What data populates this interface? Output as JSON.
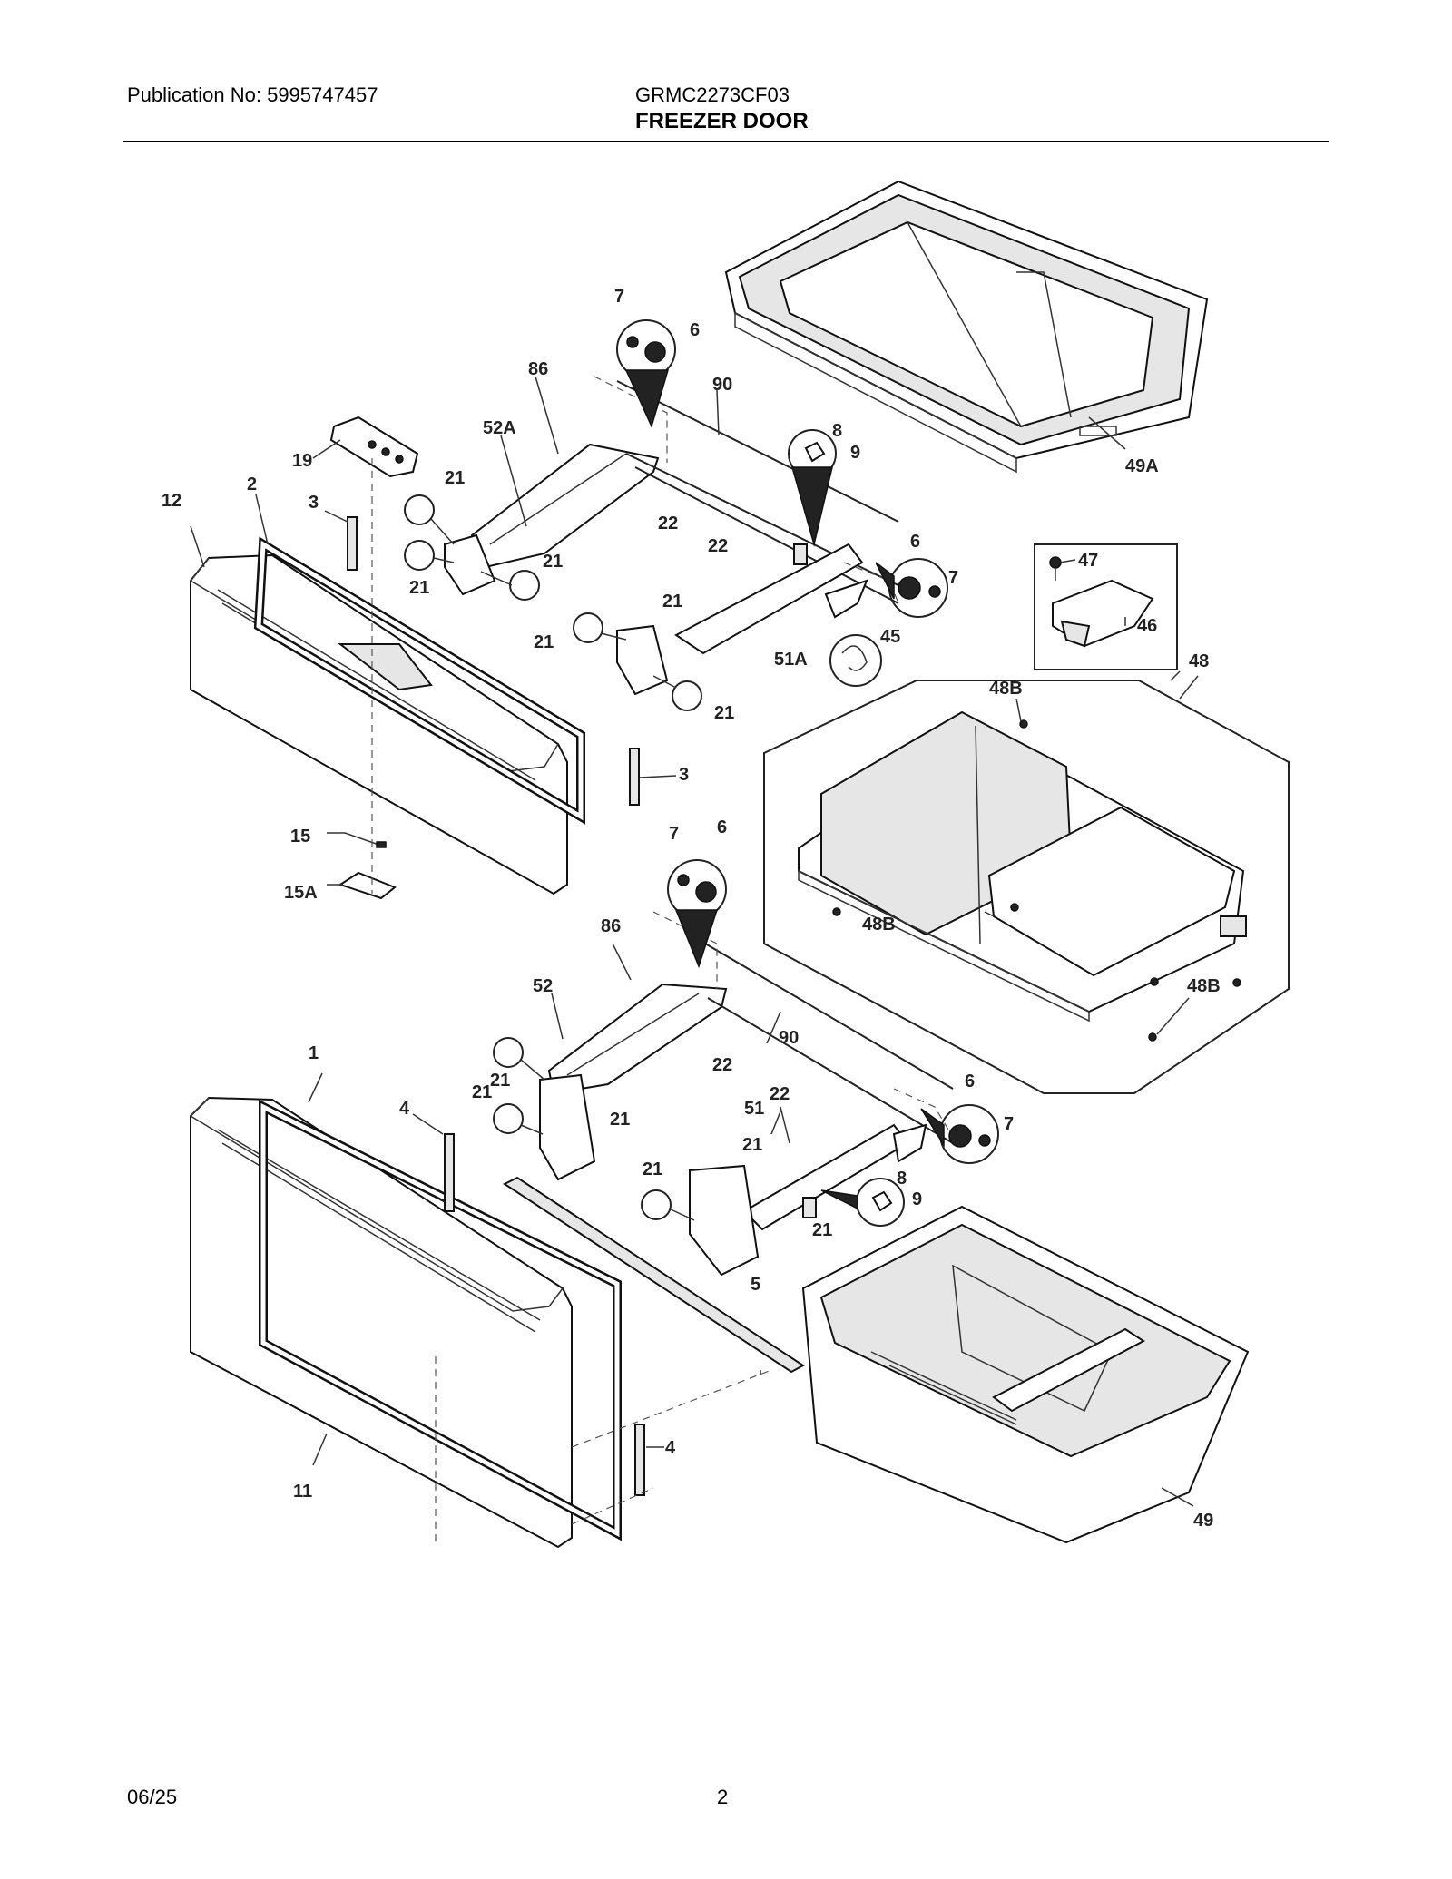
{
  "header": {
    "publication": "Publication No: 5995747457",
    "model": "GRMC2273CF03",
    "title": "FREEZER DOOR"
  },
  "footer": {
    "date": "06/25",
    "page": "2"
  },
  "callouts": {
    "c1": "1",
    "c2": "2",
    "c3a": "3",
    "c3b": "3",
    "c4a": "4",
    "c4b": "4",
    "c5": "5",
    "c6a": "6",
    "c6b": "6",
    "c6c": "6",
    "c6d": "6",
    "c7a": "7",
    "c7b": "7",
    "c7c": "7",
    "c7d": "7",
    "c8a": "8",
    "c8b": "8",
    "c9a": "9",
    "c9b": "9",
    "c11": "11",
    "c12": "12",
    "c15": "15",
    "c15A": "15A",
    "c19": "19",
    "c21a": "21",
    "c21b": "21",
    "c21c": "21",
    "c21d": "21",
    "c21e": "21",
    "c21f": "21",
    "c21g": "21",
    "c21h": "21",
    "c21i": "21",
    "c21j": "21",
    "c21k": "21",
    "c21l": "21",
    "c22a": "22",
    "c22b": "22",
    "c22c": "22",
    "c22d": "22",
    "c45": "45",
    "c46": "46",
    "c47": "47",
    "c48": "48",
    "c48Ba": "48B",
    "c48Bb": "48B",
    "c48Bc": "48B",
    "c49": "49",
    "c49A": "49A",
    "c51": "51",
    "c51A": "51A",
    "c52": "52",
    "c52A": "52A",
    "c86a": "86",
    "c86b": "86",
    "c90a": "90",
    "c90b": "90"
  }
}
